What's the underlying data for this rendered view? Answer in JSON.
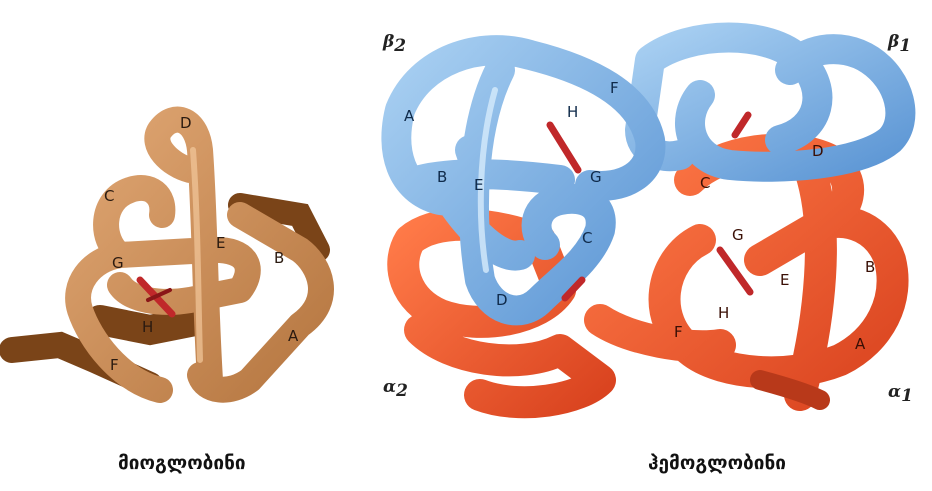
{
  "myoglobin": {
    "caption": "მიოგლობინი",
    "helices": [
      "A",
      "B",
      "C",
      "D",
      "E",
      "F",
      "G",
      "H"
    ]
  },
  "hemoglobin": {
    "caption": "ჰემოგლობინი",
    "chains": {
      "beta2": {
        "greek": "β",
        "sub": "2"
      },
      "beta1": {
        "greek": "β",
        "sub": "1"
      },
      "alpha2": {
        "greek": "α",
        "sub": "2"
      },
      "alpha1": {
        "greek": "α",
        "sub": "1"
      }
    },
    "beta2_helices": [
      "A",
      "B",
      "E",
      "F",
      "H",
      "G",
      "C",
      "D"
    ],
    "alpha1_helices": [
      "C",
      "D",
      "G",
      "E",
      "B",
      "H",
      "F",
      "A"
    ]
  },
  "colors": {
    "myoglobin": "#c98a52",
    "myoglobin_dark": "#7a4418",
    "beta": "#6fa8e0",
    "beta_light": "#a9d0f2",
    "alpha": "#ef5a2c",
    "alpha_dark": "#b8391a",
    "heme": "#c0282a"
  }
}
